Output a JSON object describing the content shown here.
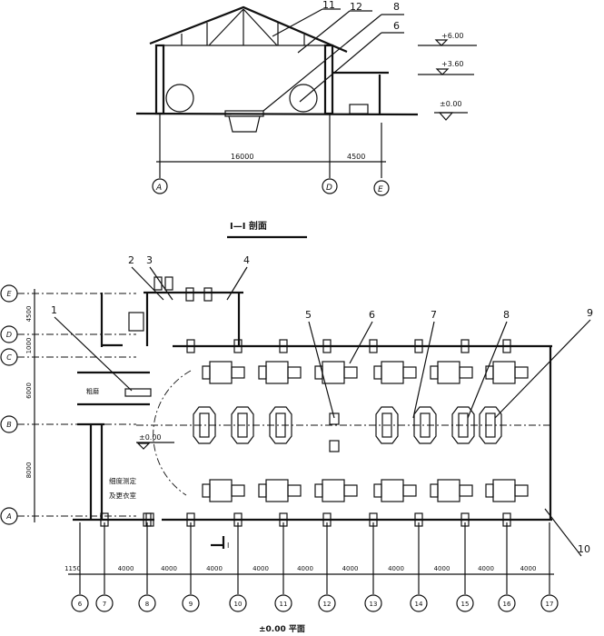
{
  "section": {
    "title": "I—I 剖面",
    "callouts": [
      "11",
      "12",
      "8",
      "6"
    ],
    "elevations": [
      "+6.00",
      "+3.60",
      "±0.00"
    ],
    "dims": [
      "16000",
      "4500"
    ],
    "axes": [
      "A",
      "D",
      "E"
    ]
  },
  "plan": {
    "title": "±0.00 平面",
    "floor_level": "±0.00",
    "room_label_1": "细度测定",
    "room_label_2": "及更衣室",
    "area_label": "粗磨",
    "section_mark": "I",
    "callouts": [
      "1",
      "2",
      "3",
      "4",
      "5",
      "6",
      "7",
      "8",
      "9",
      "10"
    ],
    "row_axes": [
      "E",
      "D",
      "C",
      "B",
      "A"
    ],
    "row_dims": [
      "4500",
      "1000",
      "6000",
      "8000"
    ],
    "col_axes": [
      "6",
      "7",
      "8",
      "9",
      "10",
      "11",
      "12",
      "13",
      "14",
      "15",
      "16",
      "17"
    ],
    "col_dims": [
      "1150",
      "4000",
      "4000",
      "4000",
      "4000",
      "4000",
      "4000",
      "4000",
      "4000",
      "4000",
      "4000"
    ]
  }
}
